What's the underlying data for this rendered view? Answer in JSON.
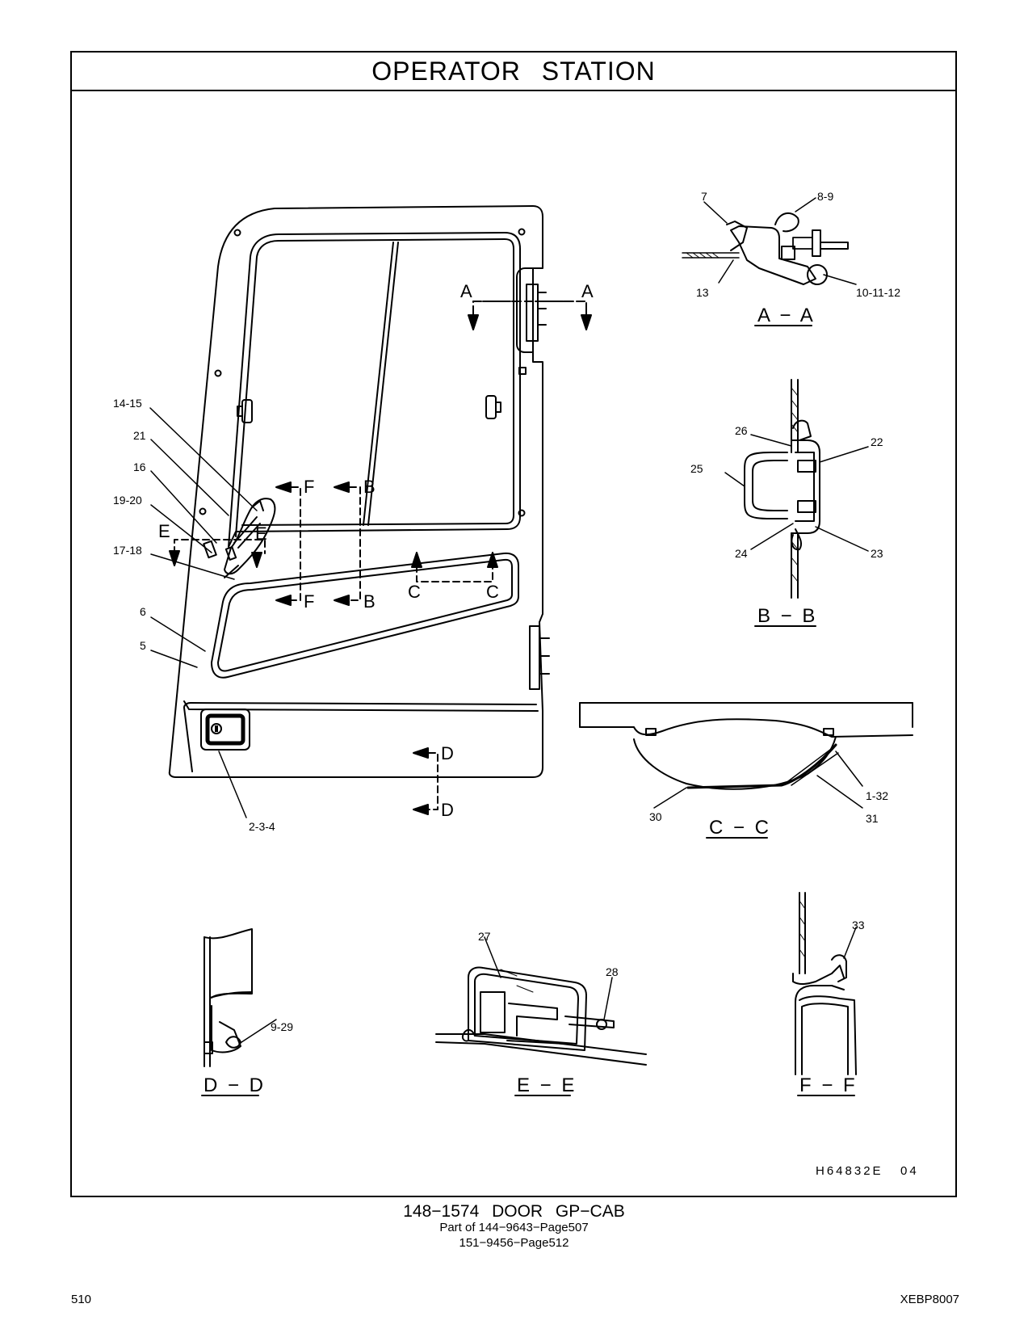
{
  "header": {
    "title": "OPERATOR STATION"
  },
  "diagram": {
    "callouts": {
      "c7": "7",
      "c8_9": "8-9",
      "c13": "13",
      "c10_11_12": "10-11-12",
      "c26": "26",
      "c22": "22",
      "c25": "25",
      "c24": "24",
      "c23": "23",
      "c14_15": "14-15",
      "c21": "21",
      "c16": "16",
      "c19_20": "19-20",
      "c17_18": "17-18",
      "c6": "6",
      "c5": "5",
      "c2_3_4": "2-3-4",
      "c30": "30",
      "c1_32": "1-32",
      "c31": "31",
      "c27": "27",
      "c28": "28",
      "c9_29": "9-29",
      "c33": "33"
    },
    "section_letters": {
      "a": "A",
      "b": "B",
      "c": "C",
      "d": "D",
      "e": "E",
      "f": "F"
    },
    "view_labels": {
      "aa": "A − A",
      "bb": "B − B",
      "cc": "C − C",
      "dd": "D − D",
      "ee": "E − E",
      "ff": "F − F"
    },
    "illustration_code": "H64832E   04"
  },
  "footer": {
    "caption_main": "148−1574 DOOR GP−CAB",
    "caption_sub1": "Part of 144−9643−Page507",
    "caption_sub2": "151−9456−Page512",
    "page_number": "510",
    "doc_id": "XEBP8007"
  }
}
